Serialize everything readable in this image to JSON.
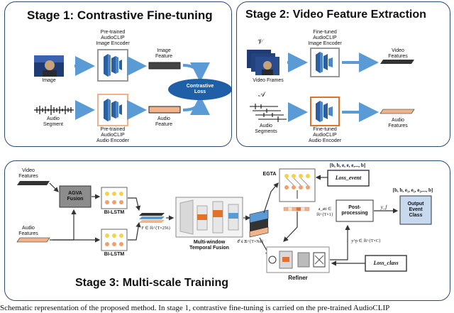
{
  "stage1": {
    "title": "Stage 1: Contrastive Fine-tuning",
    "image_encoder": "Pre-trained\nAudioCLIP\nImage Encoder",
    "image_label": "Image",
    "image_feature": "Image\nFeature",
    "contrastive_loss": "Contrastive\nLoss",
    "audio_segment": "Audio\nSegment",
    "audio_feature": "Audio\nFeature",
    "audio_encoder": "Pre-trained\nAudioCLIP\nAudio Encoder"
  },
  "stage2": {
    "title": "Stage 2: Video Feature Extraction",
    "v_symbol": "𝒱",
    "a_symbol": "𝒜",
    "image_encoder": "Fine-tuned\nAudioCLIP\nImage Encoder",
    "video_features": "Video\nFeatures",
    "video_frames": "Video Frames",
    "audio_segments": "Audio\nSegments",
    "audio_encoder": "Fine-tuned\nAudioCLIP\nAudio Encoder",
    "audio_features": "Audio\nFeatures"
  },
  "stage3": {
    "title": "Stage 3: Multi-scale Training",
    "video_features": "Video\nFeatures",
    "audio_features": "Audio\nFeatures",
    "agva": "AGVA\nFusion",
    "bilstm_top": "BI-LSTM",
    "bilstm_bottom": "BI-LSTM",
    "f_dim": "F ∈ ℝ^{T×256}",
    "multi_window": "Multi-window\nTemporal Fusion",
    "o_dim": "𝒪 ∈ ℝ^{T×Nd}",
    "egta": "EGTA",
    "att_dim": "a_att ∈ ℝ^{T×1}",
    "loss_event": "Loss_event",
    "seq_event": "[b, b, e, e, e,..., b]",
    "seq_output": "[b, b, e₁, e₁, e₁,..., b]",
    "post_processing": "Post-\nprocessing",
    "yf": "y_f",
    "output_event": "Output\nEvent\nClass",
    "yp_dim": "y^p ∈ ℝ^{T×C}",
    "loss_class": "Loss_class",
    "refiner": "Refiner"
  },
  "caption": "Schematic representation of the proposed method. In stage 1, contrastive fine-tuning is carried on the pre-trained AudioCLIP"
}
